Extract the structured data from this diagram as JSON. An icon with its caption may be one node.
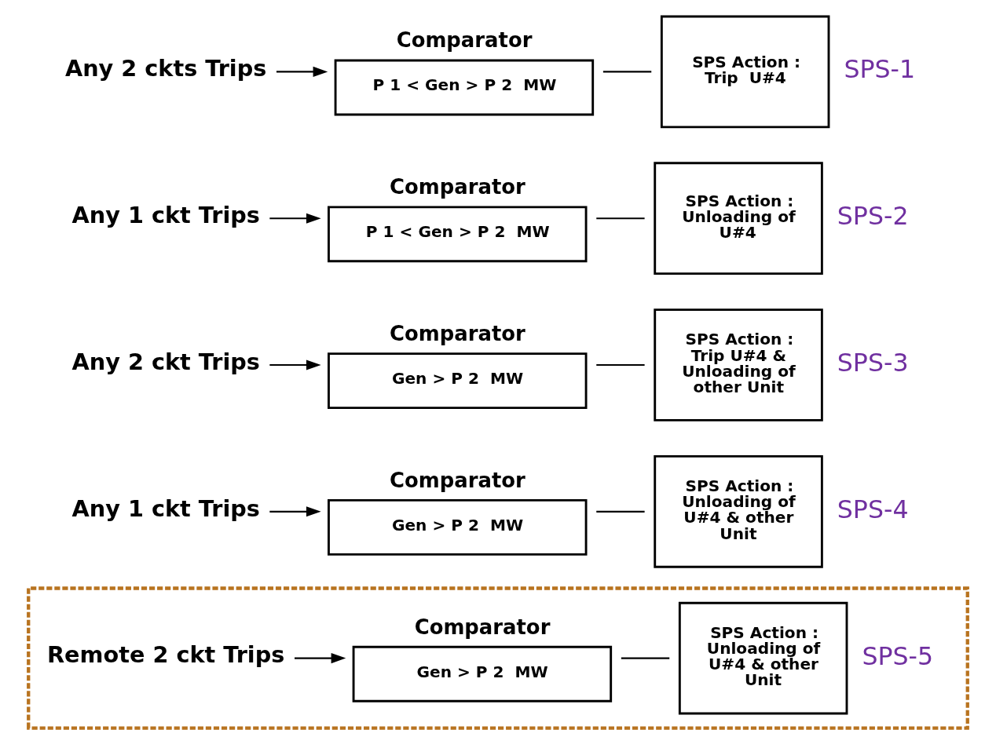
{
  "diagram": {
    "nodes": [
      {
        "text": [
          "Any 2 ckts Trips"
        ]
      },
      {
        "text": [
          "Comparator",
          "P 1 < Gen > P 2  MW"
        ]
      },
      {
        "text": [
          "SPS Action : Trip  U#4"
        ],
        "beside": [
          "SPS-1"
        ]
      },
      {
        "text": [
          "Any 1 ckt Trips"
        ]
      },
      {
        "text": [
          "Comparator",
          "P 1 < Gen > P 2  MW"
        ]
      },
      {
        "text": [
          "SPS Action : Unloading of U#4"
        ],
        "beside": [
          "SPS-2"
        ]
      },
      {
        "text": [
          "Any 2 ckt Trips"
        ]
      },
      {
        "text": [
          "Comparator",
          "Gen > P 2  MW"
        ]
      },
      {
        "text": [
          "SPS Action : Trip U#4 & Unloading of other Unit"
        ],
        "beside": [
          "SPS-3"
        ]
      },
      {
        "text": [
          "Any 1 ckt Trips"
        ]
      },
      {
        "text": [
          "Comparator",
          "Gen > P 2  MW"
        ]
      },
      {
        "text": [
          "SPS Action : Unloading of U#4 & other Unit"
        ],
        "beside": [
          "SPS-4"
        ]
      },
      {
        "text": [],
        "shape": "box"
      },
      {
        "text": [
          "Remote 2 ckt Trips"
        ],
        "in": 12
      },
      {
        "text": [
          "Comparator",
          "Gen > P 2  MW"
        ],
        "in": 12
      },
      {
        "text": [
          "SPS Action : Unloading of U#4 & other Unit"
        ],
        "beside": [
          "SPS-5"
        ],
        "in": 12
      }
    ],
    "edges": [
      {
        "from": 0,
        "to": 1,
        "arrow": "to"
      },
      {
        "from": 1,
        "to": 2,
        "arrow": "none"
      },
      {
        "from": 3,
        "to": 4,
        "arrow": "to"
      },
      {
        "from": 4,
        "to": 5,
        "arrow": "none"
      },
      {
        "from": 6,
        "to": 7,
        "arrow": "to"
      },
      {
        "from": 7,
        "to": 8,
        "arrow": "none"
      },
      {
        "from": 9,
        "to": 10,
        "arrow": "to"
      },
      {
        "from": 10,
        "to": 11,
        "arrow": "none"
      },
      {
        "from": 13,
        "to": 14,
        "arrow": "to"
      },
      {
        "from": 14,
        "to": 15,
        "arrow": "none"
      }
    ]
  }
}
